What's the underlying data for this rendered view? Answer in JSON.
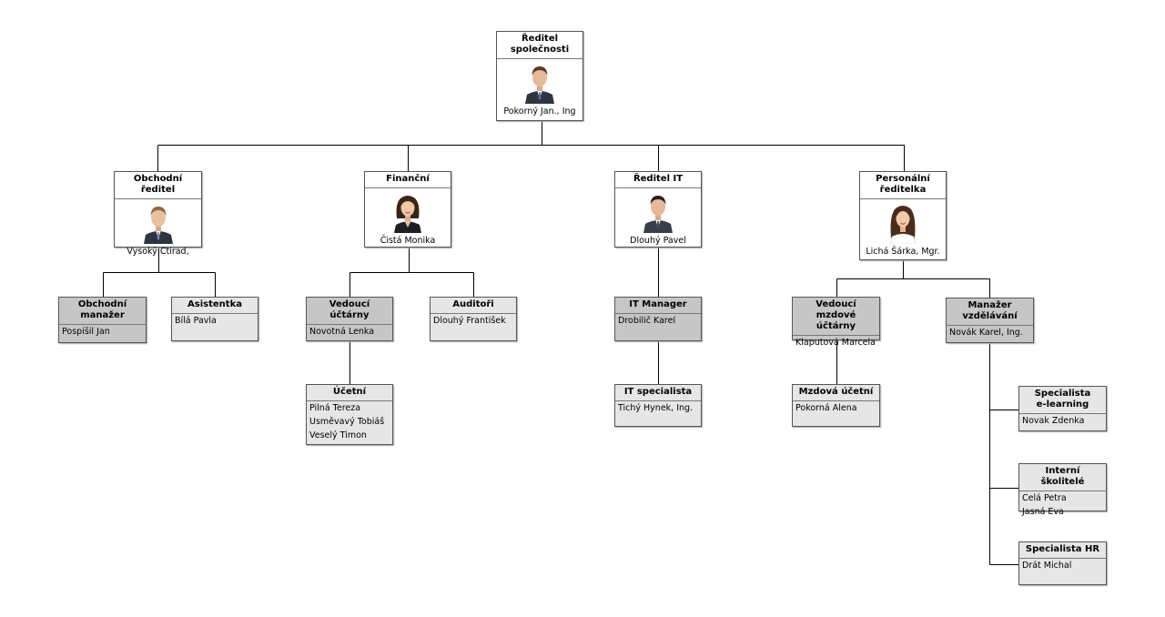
{
  "org": {
    "ceo": {
      "title": "Ředitel\nspolečnosti",
      "name": "Pokorný Jan., Ing",
      "photo": "man-portrait-suit"
    },
    "sales": {
      "title": "Obchodní ředitel",
      "name": "Vysoký Ctirad,",
      "photo": "man-portrait-suit"
    },
    "finance": {
      "title": "Finanční",
      "name": "Čistá Monika",
      "photo": "woman-portrait-dark-hair"
    },
    "it": {
      "title": "Ředitel IT",
      "name": "Dlouhý Pavel",
      "photo": "man-portrait-suit"
    },
    "hr": {
      "title": "Personální\nředitelka",
      "name": "Lichá Šárka, Mgr.",
      "photo": "woman-portrait-long-hair"
    },
    "sales_manager": {
      "title": "Obchodní\nmanažer",
      "names": [
        "Pospíšil Jan"
      ]
    },
    "assistant": {
      "title": "Asistentka",
      "names": [
        "Bílá Pavla"
      ]
    },
    "head_accounting": {
      "title": "Vedoucí účtárny",
      "names": [
        "Novotná Lenka"
      ]
    },
    "auditors": {
      "title": "Auditoři",
      "names": [
        "Dlouhý František"
      ]
    },
    "accountants": {
      "title": "Účetní",
      "names": [
        "Pilná Tereza",
        "Usměvavý Tobiáš",
        "Veselý Timon"
      ]
    },
    "it_manager": {
      "title": "IT Manager",
      "names": [
        "Drobilič Karel"
      ]
    },
    "it_specialist": {
      "title": "IT specialista",
      "names": [
        "Tichý Hynek, Ing."
      ]
    },
    "head_payroll": {
      "title": "Vedoucí mzdové\núčtárny",
      "names": [
        "Klaputová Marcela"
      ]
    },
    "payroll_accountant": {
      "title": "Mzdová účetní",
      "names": [
        "Pokorná Alena"
      ]
    },
    "training_manager": {
      "title": "Manažer\nvzdělávání",
      "names": [
        "Novák Karel, Ing."
      ]
    },
    "elearning": {
      "title": "Specialista\ne-learning",
      "names": [
        "Novak Zdenka"
      ]
    },
    "trainers": {
      "title": "Interní školitelé",
      "names": [
        "Celá Petra",
        "Jasná Eva"
      ]
    },
    "hr_specialist": {
      "title": "Specialista HR",
      "names": [
        "Drát Michal"
      ]
    }
  },
  "colors": {
    "line": "#000000",
    "border": "#555555",
    "dark_fill": "#c6c6c6",
    "light_fill": "#e6e6e6",
    "suit": "#2f3440",
    "skin": "#e6b99a"
  }
}
